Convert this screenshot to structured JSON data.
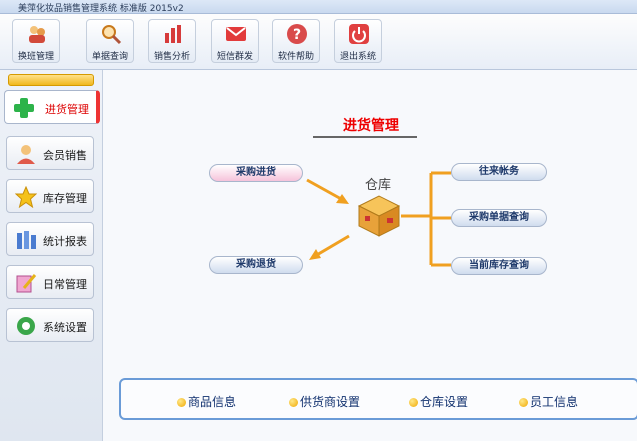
{
  "window": {
    "title": "美萍化妆品销售管理系统 标准版 2015v2"
  },
  "toolbar": {
    "buttons": [
      {
        "label": "换班管理",
        "icon": "shift-change-icon"
      },
      {
        "label": "单据查询",
        "icon": "magnifier-icon"
      },
      {
        "label": "销售分析",
        "icon": "bar-chart-icon"
      },
      {
        "label": "短信群发",
        "icon": "envelope-icon"
      },
      {
        "label": "软件帮助",
        "icon": "help-icon"
      },
      {
        "label": "退出系统",
        "icon": "power-icon"
      }
    ]
  },
  "sidebar": {
    "items": [
      {
        "label": "进货管理",
        "icon": "plus-icon",
        "active": true
      },
      {
        "label": "会员销售",
        "icon": "member-icon"
      },
      {
        "label": "库存管理",
        "icon": "star-icon"
      },
      {
        "label": "统计报表",
        "icon": "report-icon"
      },
      {
        "label": "日常管理",
        "icon": "daily-icon"
      },
      {
        "label": "系统设置",
        "icon": "settings-gear-icon"
      }
    ]
  },
  "main": {
    "title": "进货管理",
    "center_label": "仓库",
    "left_actions": [
      "采购进货",
      "采购退货"
    ],
    "right_actions": [
      "往来帐务",
      "采购单据查询",
      "当前库存查询"
    ],
    "bottom_links": [
      "商品信息",
      "供货商设置",
      "仓库设置",
      "员工信息"
    ]
  },
  "colors": {
    "accent_red": "#e00000",
    "arrow_orange": "#f0a020",
    "panel_border": "#6a9bd7"
  }
}
